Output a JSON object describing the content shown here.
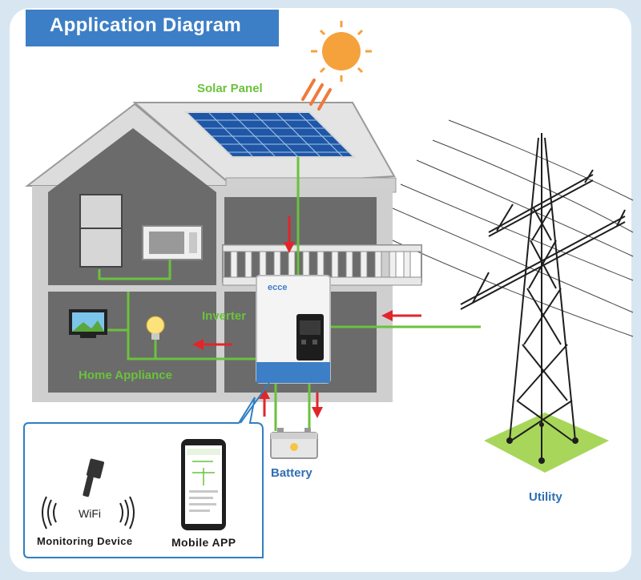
{
  "title": "Application Diagram",
  "labels": {
    "solar_panel": "Solar Panel",
    "inverter": "Inverter",
    "home_appliance": "Home Appliance",
    "battery": "Battery",
    "utility": "Utility",
    "wifi": "WiFi",
    "monitoring_device": "Monitoring Device",
    "mobile_app": "Mobile APP"
  },
  "inverter_brand": "ecce",
  "colors": {
    "title_bg": "#3d7fc6",
    "green_line": "#6ac23c",
    "blue_text": "#2f6fb4",
    "arrow_red": "#e0262b",
    "house_dark": "#6b6b6b",
    "sun": "#f5a23c"
  }
}
